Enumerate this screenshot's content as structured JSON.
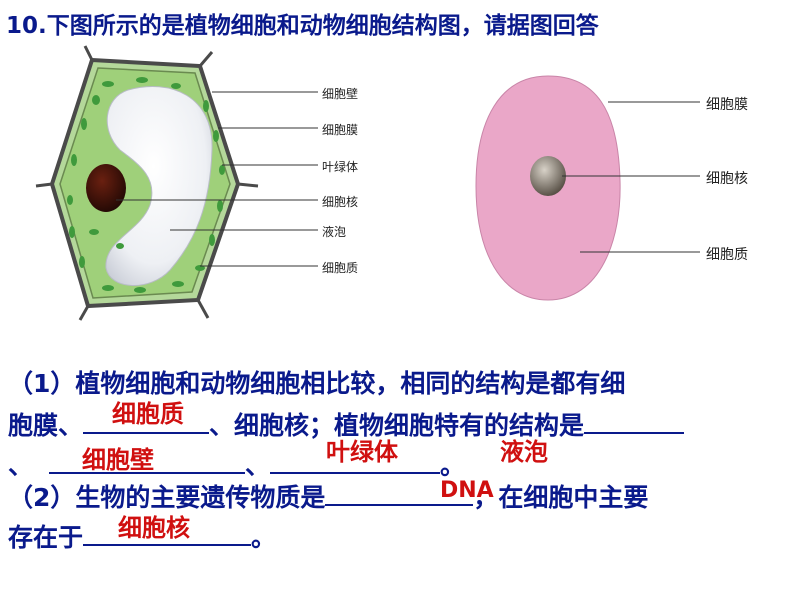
{
  "title": "10.下图所示的是植物细胞和动物细胞结构图，请据图回答",
  "plant_labels": [
    "细胞壁",
    "细胞膜",
    "叶绿体",
    "细胞核",
    "液泡",
    "细胞质"
  ],
  "animal_labels": [
    "细胞膜",
    "细胞核",
    "细胞质"
  ],
  "q1": {
    "line1": "（1）植物细胞和动物细胞相比较，相同的结构是都有细",
    "line2_a": "胞膜、",
    "line2_b": "、细胞核；植物细胞特有的结构是",
    "line3_a": "、",
    "line3_b": "、",
    "line3_c": "。"
  },
  "q2": {
    "line1_a": "（2）生物的主要遗传物质是",
    "line1_b": "，在细胞中主要",
    "line2_a": "存在于",
    "line2_b": "。"
  },
  "answers": {
    "a1": "细胞质",
    "a2": "细胞壁",
    "a3": "叶绿体",
    "a4": "液泡",
    "a5": "DNA",
    "a6": "细胞核"
  },
  "colors": {
    "text": "#0a1a8c",
    "answer": "#d01010",
    "plant_cytoplasm": "#9fd07a",
    "chloroplast": "#3f9a3c",
    "animal_cell": "#eaa7c8"
  }
}
